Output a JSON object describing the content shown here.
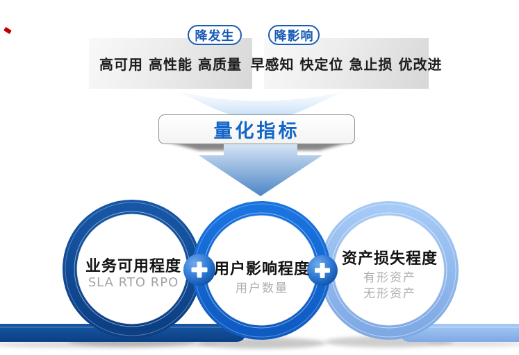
{
  "stages": {
    "reduce_occurrence": {
      "badge": "降发生",
      "items": "高可用 高性能 高质量"
    },
    "reduce_impact": {
      "badge": "降影响",
      "items": "早感知 快定位 急止损 优改进"
    }
  },
  "funnel": {
    "label": "量化指标"
  },
  "metrics": [
    {
      "title": "业务可用程度",
      "subtitles": [
        "SLA RTO RPO"
      ]
    },
    {
      "title": "用户影响程度",
      "subtitles": [
        "用户数量"
      ]
    },
    {
      "title": "资产损失程度",
      "subtitles": [
        "有形资产",
        "无形资产"
      ]
    }
  ],
  "icons": {
    "plus": "+",
    "arrow": "down-arrow"
  },
  "colors": {
    "ring_dark": "#11509C",
    "ring_mid": "#1468D9",
    "ring_light": "#8FBBF0",
    "badge_blue": "#1459B4",
    "funnel_label_blue": "#1366C8",
    "subtitle_gray": "#A3A3A3"
  }
}
